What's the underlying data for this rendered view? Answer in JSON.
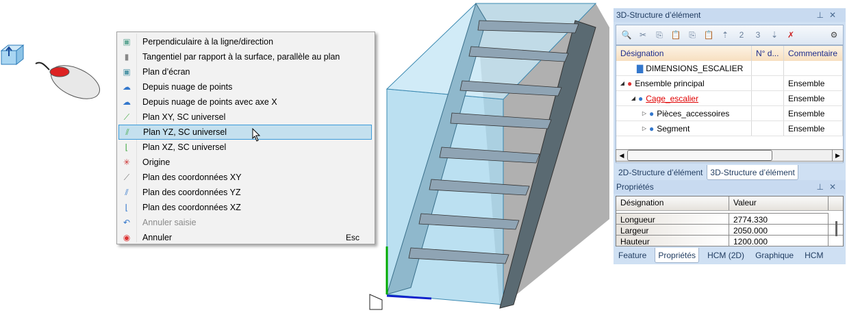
{
  "menu": {
    "items": [
      {
        "label": "Perpendiculaire à la ligne/direction",
        "icon": "box-perpendicular-icon"
      },
      {
        "label": "Tangentiel par rapport à la surface, parallèle au plan",
        "icon": "cylinder-tangent-icon"
      },
      {
        "label": "Plan d’écran",
        "icon": "screen-plane-icon"
      },
      {
        "label": "Depuis nuage de points",
        "icon": "point-cloud-icon"
      },
      {
        "label": "Depuis nuage de points avec axe X",
        "icon": "point-cloud-axis-icon"
      },
      {
        "label": "Plan XY, SC universel",
        "icon": "plane-xy-icon"
      },
      {
        "label": "Plan YZ, SC universel",
        "icon": "plane-yz-icon"
      },
      {
        "label": "Plan XZ, SC universel",
        "icon": "plane-xz-icon"
      },
      {
        "label": "Origine",
        "icon": "origin-icon"
      },
      {
        "label": "Plan des coordonnées XY",
        "icon": "coord-plane-xy-icon"
      },
      {
        "label": "Plan des coordonnées YZ",
        "icon": "coord-plane-yz-icon"
      },
      {
        "label": "Plan des coordonnées XZ",
        "icon": "coord-plane-xz-icon"
      },
      {
        "label": "Annuler saisie",
        "icon": "undo-input-icon"
      },
      {
        "label": "Annuler",
        "icon": "cancel-icon",
        "shortcut": "Esc"
      }
    ]
  },
  "structure": {
    "title": "3D-Structure d’élément",
    "columns": [
      "Désignation",
      "N° d...",
      "Commentaire"
    ],
    "rows": [
      {
        "name": "DIMENSIONS_ESCALIER",
        "comment": ""
      },
      {
        "name": "Ensemble principal",
        "comment": "Ensemble"
      },
      {
        "name": "Cage_escalier",
        "comment": "Ensemble"
      },
      {
        "name": "Pièces_accessoires",
        "comment": "Ensemble"
      },
      {
        "name": "Segment",
        "comment": "Ensemble"
      }
    ],
    "tabs": [
      "2D-Structure d’élément",
      "3D-Structure d’élément"
    ]
  },
  "properties": {
    "title": "Propriétés",
    "columns": [
      "Désignation",
      "Valeur"
    ],
    "rows": [
      {
        "name": "Longueur",
        "value": "2774.330"
      },
      {
        "name": "Largeur",
        "value": "2050.000"
      },
      {
        "name": "Hauteur",
        "value": "1200.000"
      }
    ],
    "tabs": [
      "Feature",
      "Propriétés",
      "HCM (2D)",
      "Graphique",
      "HCM"
    ]
  },
  "colors": {
    "highlight": "#c4e0ee",
    "link": "#e00000"
  }
}
